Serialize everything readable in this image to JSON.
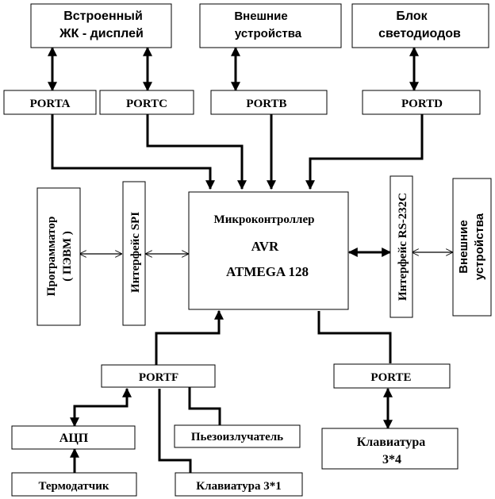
{
  "blocks": {
    "lcd": [
      "Встроенный",
      "ЖК - дисплей"
    ],
    "external_top": [
      "Внешние",
      "устройства"
    ],
    "led_block": [
      "Блок",
      "светодиодов"
    ],
    "porta": "PORTA",
    "portc": "PORTC",
    "portb": "PORTB",
    "portd": "PORTD",
    "programmer": [
      "Программатор",
      "( ПЭВМ )"
    ],
    "spi": "Интерфейс SPI",
    "mcu": [
      "Микроконтроллер",
      "AVR",
      "ATMEGA 128"
    ],
    "rs232": "Интерфейс RS-232C",
    "external_right": [
      "Внешние",
      "устройства"
    ],
    "portf": "PORTF",
    "porte": "PORTE",
    "adc": "АЦП",
    "piezo": "Пьезоизлучатель",
    "keypad_3x4": [
      "Клавиатура",
      "3*4"
    ],
    "thermo": "Термодатчик",
    "keypad_3x1": "Клавиатура 3*1"
  }
}
